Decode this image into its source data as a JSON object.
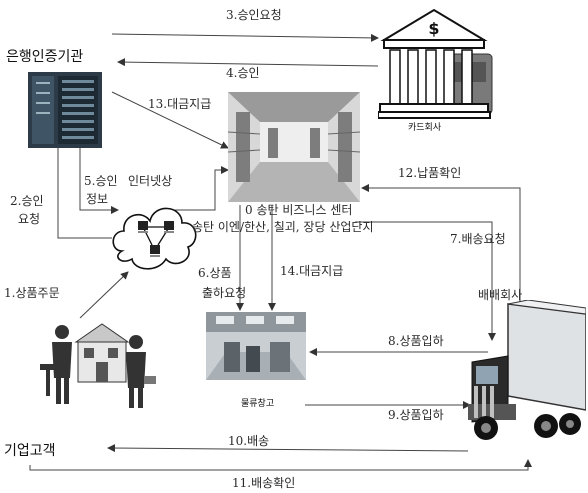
{
  "nodes": {
    "bank_auth": "은행인증기관",
    "card_company": "카드회사",
    "business_center": "0 송탄 비즈니스 센터",
    "industrial_complex": "송탄 이엔/한산, 칠괴, 장당 산업단지",
    "internet_store_a": "인터넷상",
    "internet_store_b": "정보",
    "delivery_company": "배배회사",
    "logistics_warehouse": "물류창고",
    "corporate_customer": "기업고객"
  },
  "flows": {
    "f1": "1.상품주문",
    "f2a": "2.승인",
    "f2b": "요청",
    "f3": "3.승인요청",
    "f4": "4.승인",
    "f5": "5.승인",
    "f6a": "6.상품",
    "f6b": "출하요청",
    "f7": "7.배송요청",
    "f8": "8.상품입하",
    "f9": "9.상품입하",
    "f10": "10.배송",
    "f11": "11.배송확인",
    "f12": "12.납품확인",
    "f13": "13.대금지급",
    "f14": "14.대금지급"
  },
  "icons": {
    "bank_building": "bank-building-icon",
    "server_tower": "server-tower-icon",
    "internet_cloud": "internet-cloud-icon",
    "warehouse_photo": "warehouse-icon",
    "truck": "truck-icon",
    "customer_people": "customer-icon",
    "business_center_photo": "business-center-icon"
  }
}
